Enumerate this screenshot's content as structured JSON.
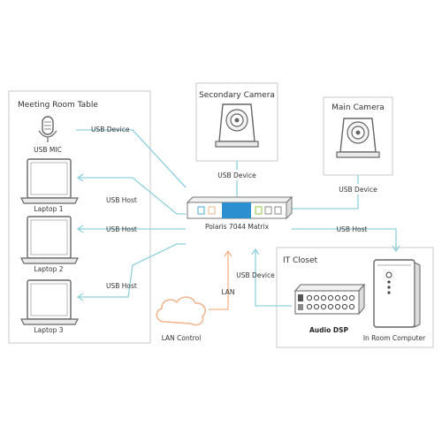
{
  "diagram": {
    "groups": {
      "meeting_room": "Meeting Room Table",
      "secondary_camera": "Secondary Camera",
      "main_camera": "Main Camera",
      "it_closet": "IT Closet"
    },
    "devices": {
      "usb_mic": "USB MIC",
      "laptop_1": "Laptop 1",
      "laptop_2": "Laptop 2",
      "laptop_3": "Laptop 3",
      "matrix": "Polaris 7044 Matrix",
      "audio_dsp": "Audio DSP",
      "in_room_computer": "In Room Computer",
      "lan_control": "LAN Control"
    },
    "links": {
      "mic_usb_device": "USB Device",
      "laptop1_usb_host": "USB Host",
      "laptop2_usb_host": "USB Host",
      "laptop3_usb_host": "USB Host",
      "secondary_camera_usb_device": "USB Device",
      "main_camera_usb_device": "USB Device",
      "computer_usb_host": "USB Host",
      "dsp_usb_device": "USB Device",
      "lan": "LAN"
    },
    "colors": {
      "usb_link": "#8fd0dc",
      "lan_link": "#f2b38a",
      "matrix_accent": "#2c8fd0",
      "group_border": "#c9c9c9"
    }
  }
}
